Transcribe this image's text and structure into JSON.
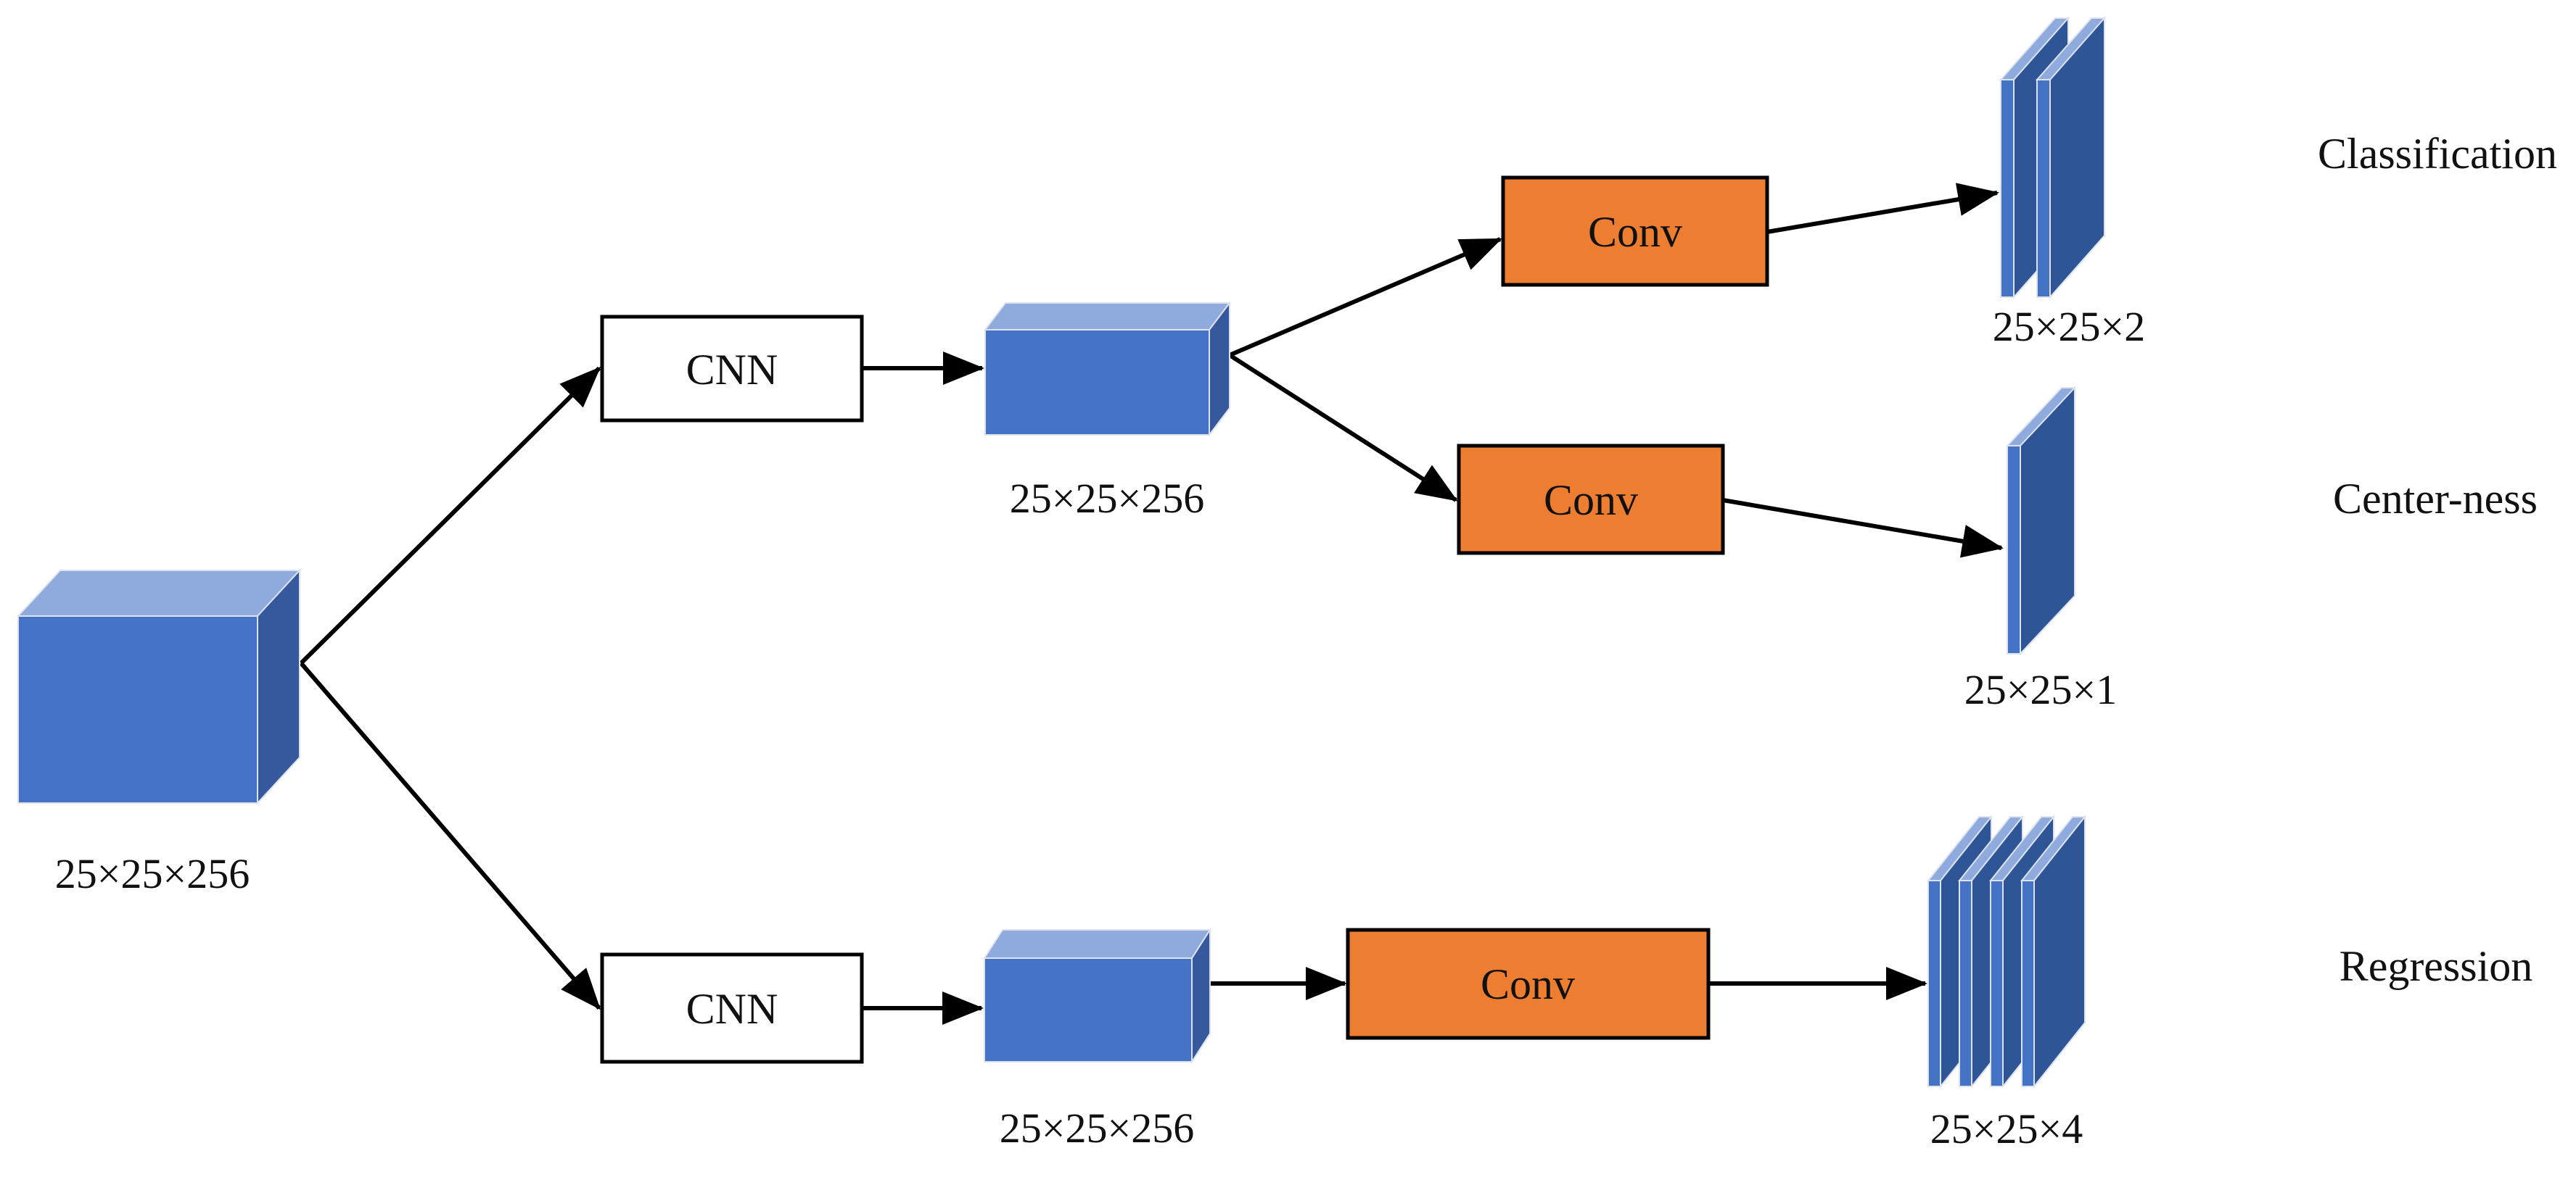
{
  "colors": {
    "tensor_front": "#4472C4",
    "tensor_top": "#8FAADC",
    "tensor_side": "#35599C",
    "plate_strip": "#4472C4",
    "plate_top": "#8FAADC",
    "plate_face": "#2E5596",
    "cnn_fill": "#FFFFFF",
    "conv_fill": "#ED7D31",
    "arrow": "#000000"
  },
  "input": {
    "dims": "25×25×256"
  },
  "top_branch": {
    "cnn_label": "CNN",
    "feature_dims": "25×25×256",
    "classification": {
      "conv_label": "Conv",
      "output_dims": "25×25×2",
      "head_label": "Classification"
    },
    "centerness": {
      "conv_label": "Conv",
      "output_dims": "25×25×1",
      "head_label": "Center-ness"
    }
  },
  "bottom_branch": {
    "cnn_label": "CNN",
    "feature_dims": "25×25×256",
    "regression": {
      "conv_label": "Conv",
      "output_dims": "25×25×4",
      "head_label": "Regression"
    }
  }
}
